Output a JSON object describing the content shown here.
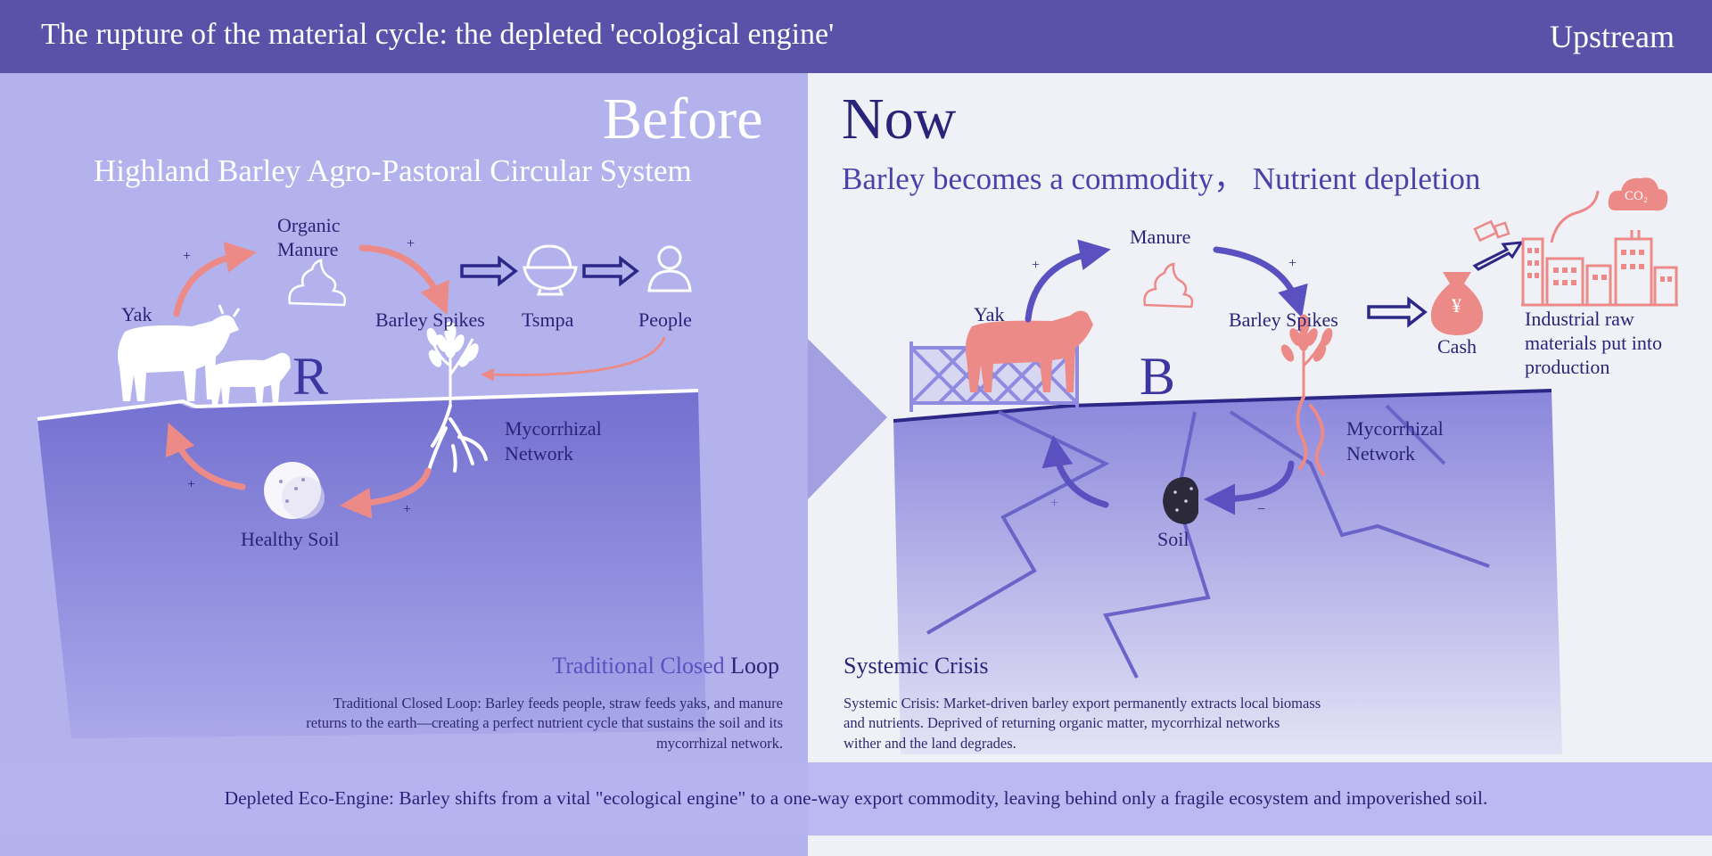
{
  "header": {
    "title": "The rupture of the material cycle: the depleted 'ecological engine'",
    "tag": "Upstream"
  },
  "before": {
    "heading": "Before",
    "subtitle": "Highland Barley Agro-Pastoral Circular System",
    "labels": {
      "organic_manure_1": "Organic",
      "organic_manure_2": "Manure",
      "yak": "Yak",
      "barley_spikes": "Barley Spikes",
      "tsmpa": "Tsmpa",
      "people": "People",
      "mycorrhizal_1": "Mycorrhizal",
      "mycorrhizal_2": "Network",
      "healthy_soil": "Healthy Soil"
    },
    "loop_letter": "R",
    "signs": [
      "+",
      "+",
      "+",
      "+"
    ],
    "section_title_part1": "Traditional Closed",
    "section_title_part2": " Loop",
    "description_lines": [
      "Traditional Closed Loop: Barley feeds people, straw feeds yaks, and manure",
      "returns to the earth—creating a perfect nutrient cycle that sustains the soil and its",
      "mycorrhizal network."
    ]
  },
  "now": {
    "heading": "Now",
    "subtitle": "Barley becomes a commodity， Nutrient depletion",
    "labels": {
      "manure": "Manure",
      "yak": "Yak",
      "barley_spikes": "Barley Spikes",
      "cash": "Cash",
      "industrial_1": "Industrial raw",
      "industrial_2": "materials put into",
      "industrial_3": "production",
      "mycorrhizal_1": "Mycorrhizal",
      "mycorrhizal_2": "Network",
      "soil": "Soil",
      "co2": "CO₂",
      "currency": "¥"
    },
    "loop_letter": "B",
    "signs": [
      "+",
      "+",
      "+",
      "−"
    ],
    "section_title": "Systemic Crisis",
    "description_lines": [
      "Systemic Crisis: Market-driven barley export permanently extracts local biomass",
      "and nutrients. Deprived of returning organic matter, mycorrhizal networks",
      "wither and the land degrades."
    ]
  },
  "footer": {
    "text": "Depleted Eco-Engine: Barley shifts from a vital \"ecological engine\" to a one-way export commodity, leaving behind only a fragile ecosystem and impoverished soil."
  },
  "colors": {
    "header_bar": "#5a52a8",
    "left_panel": "#b4b2ec",
    "right_panel": "#f0f0f7",
    "text_dark": "#2a2478",
    "accent_pink": "#ec8a88",
    "arrow_purple": "#5a50c0",
    "ground_dark": "#8380d8"
  },
  "icons": [
    "yak-icon",
    "manure-icon",
    "tsampa-bowl-icon",
    "person-icon",
    "barley-icon",
    "soil-ball-icon",
    "fence-icon",
    "money-bag-icon",
    "factory-icon",
    "truck-icon",
    "co2-cloud-icon"
  ]
}
